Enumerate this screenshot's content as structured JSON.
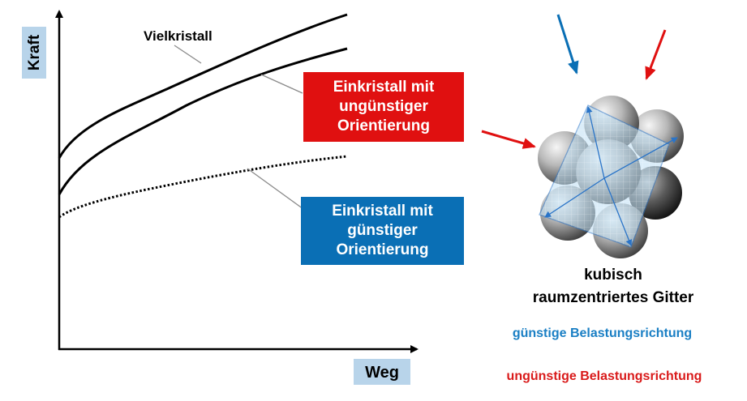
{
  "axes": {
    "y_label": "Kraft",
    "x_label": "Weg"
  },
  "curves": {
    "polycrystal": "Vielkristall",
    "unfavorable": [
      "Einkristall mit",
      "ungünstiger",
      "Orientierung"
    ],
    "favorable": [
      "Einkristall mit",
      "günstiger",
      "Orientierung"
    ]
  },
  "lattice": {
    "caption_line1": "kubisch",
    "caption_line2": "raumzentriertes Gitter"
  },
  "legend": {
    "favorable_direction": "günstige Belastungsrichtung",
    "unfavorable_direction": "ungünstige Belastungsrichtung"
  },
  "colors": {
    "red": "#e01010",
    "blue": "#0a6fb5",
    "axis_label_bg": "#b8d4ea",
    "legend_blue": "#1a7fc4",
    "legend_red": "#d91a1a"
  }
}
